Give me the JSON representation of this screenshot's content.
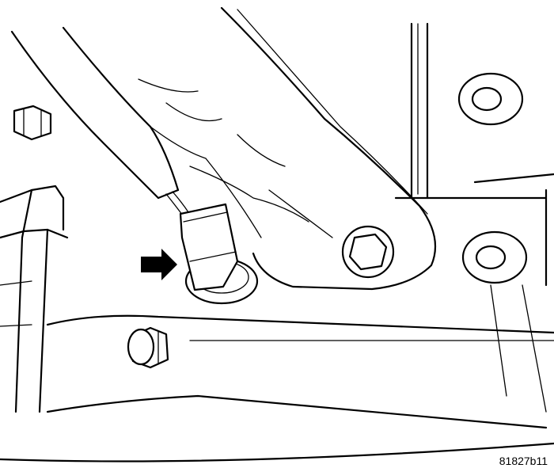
{
  "figure": {
    "id_label": "81827b11",
    "line_color": "#000000",
    "background_color": "#ffffff",
    "arrow_icon": "arrow-right-icon",
    "parts": [
      "wiring-harness",
      "sensor-connector",
      "sensor",
      "bolt",
      "suspension-arm"
    ]
  }
}
